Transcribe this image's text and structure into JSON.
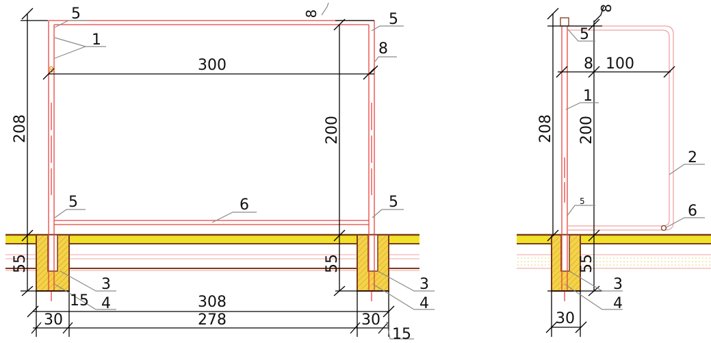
{
  "colors": {
    "frame": "#e8413c",
    "frame_light": "#f2a0a0",
    "dimension": "#000000",
    "leader": "#8a8a8a",
    "ground_yellow": "#f0e22a",
    "ground_brown": "#7a3a1a",
    "footing_fill": "#f4d24a",
    "small_mark": "#e08a00"
  },
  "front_view": {
    "dim_total_height": "208",
    "dim_span": "300",
    "dim_post_height": "200",
    "dim_top_gap": "8",
    "dim_right_gap": "8",
    "dim_footing_depth_left": "55",
    "dim_footing_depth_right": "55",
    "dim_overall_width": "308",
    "dim_inner_width": "278",
    "dim_footing_width_left": "30",
    "dim_footing_width_right": "30",
    "dim_offset_left": "15",
    "dim_offset_right": "15",
    "small_label": "8",
    "callouts": {
      "top_left_upper": "5",
      "top_left_lower": "1",
      "top_right": "5",
      "bottom_left": "5",
      "bottom_right": "5",
      "beam": "6",
      "footing_left_top": "3",
      "footing_left_bottom": "4",
      "footing_right_top": "3",
      "footing_right_bottom": "4"
    }
  },
  "side_view": {
    "dim_total_height": "208",
    "dim_post_height": "200",
    "dim_top_gap": "8",
    "dim_left_offset": "8",
    "dim_arm_length": "100",
    "dim_footing_depth": "55",
    "dim_footing_width": "30",
    "callouts": {
      "top": "5",
      "post": "1",
      "arm": "2",
      "small_lower": "5",
      "beam_end": "6",
      "footing_top": "3",
      "footing_bottom": "4"
    }
  }
}
